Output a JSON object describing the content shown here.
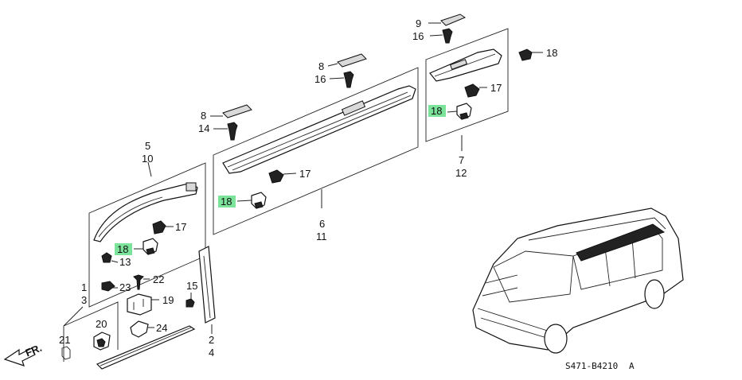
{
  "diagram_code": "S471-B4210",
  "diagram_code_mark": "A",
  "front_label": "FR.",
  "highlight_color": "#7be39a",
  "labels": {
    "p1": "1",
    "p2": "2",
    "p3": "3",
    "p4": "4",
    "p5": "5",
    "p6": "6",
    "p7": "7",
    "p8a": "8",
    "p8b": "8",
    "p9": "9",
    "p10": "10",
    "p11": "11",
    "p12": "12",
    "p13": "13",
    "p14": "14",
    "p15": "15",
    "p16a": "16",
    "p16b": "16",
    "p17a": "17",
    "p17b": "17",
    "p17c": "17",
    "p18a": "18",
    "p18b": "18",
    "p18c": "18",
    "p18d": "18",
    "p19": "19",
    "p20": "20",
    "p21": "21",
    "p22": "22",
    "p23": "23",
    "p24": "24"
  }
}
